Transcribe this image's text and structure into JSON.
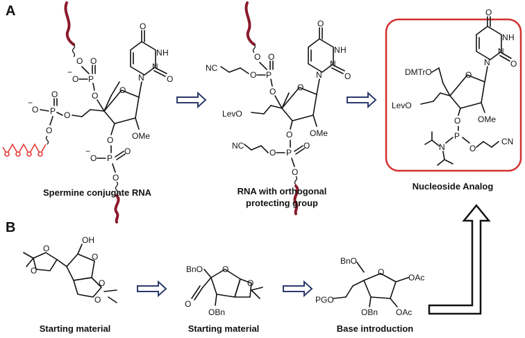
{
  "panels": {
    "a": {
      "label": "A",
      "captions": {
        "spermine": "Spermine conjugate RNA",
        "orthogonal_line1": "RNA with orthogonal",
        "orthogonal_line2": "protecting group",
        "analog": "Nucleoside Analog"
      }
    },
    "b": {
      "label": "B",
      "captions": {
        "start1": "Starting material",
        "start2": "Starting material",
        "base": "Base introduction"
      }
    }
  },
  "atoms": {
    "O": "O",
    "N": "N",
    "P": "P",
    "H": "H",
    "OH": "OH",
    "OMe": "OMe",
    "DMTrO": "DMTrO",
    "LevO": "LevO",
    "Lev": "Lev",
    "NC": "NC",
    "CN": "CN",
    "BnO": "BnO",
    "OBn": "OBn",
    "OAc": "OAc",
    "PGO": "PGO",
    "minus": "−"
  },
  "colors": {
    "rna_strand": "#8b1a2b",
    "spermine_chain": "#e53935",
    "process_arrow": "#2b3a6b",
    "highlight_box": "#d32f2f"
  }
}
